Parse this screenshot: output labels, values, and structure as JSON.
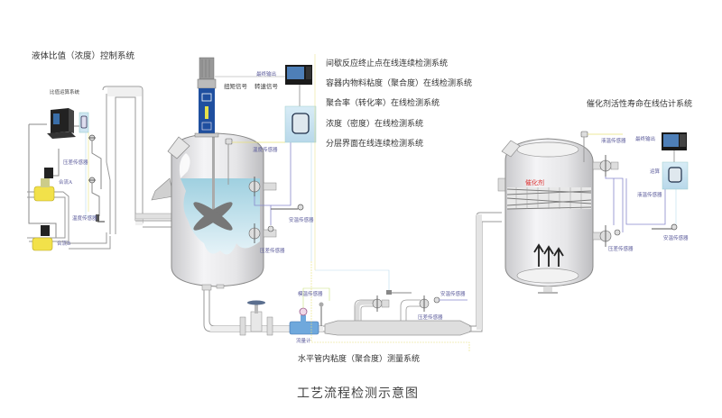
{
  "diagram": {
    "title": "工艺流程检测示意图",
    "sections": {
      "liquid_ratio": {
        "title": "液体比值（浓度）控制系统",
        "ratio_system": "比值运算系统",
        "pressure_sensor": "压差传感器",
        "temperature_sensor": "温度传感器",
        "valve_a": "合流A",
        "valve_b": "合流B"
      },
      "reactor": {
        "torque_signal": "扭矩信号",
        "speed_signal": "转速信号",
        "terminal_output": "最终输出",
        "temperature_sensor": "温度传感器",
        "safety_sensor": "安温传感器",
        "pressure_sensor": "压差传感器"
      },
      "systems_list": [
        "间歇反应终止点在线连续检测系统",
        "容器内物料粘度（聚合度）在线检测系统",
        "聚合率（转化率）在线检测系统",
        "浓度（密度）在线检测系统",
        "分层界面在线连续检测系统"
      ],
      "pipeline": {
        "title": "水平管内粘度（聚合度）测量系统",
        "flow_meter": "流量计",
        "temp_sensor": "模温传感器",
        "safety_sensor": "安温传感器",
        "pressure_sensor": "压差传感器"
      },
      "catalyst": {
        "title": "催化剂活性寿命在线估计系统",
        "catalyst_label": "催化剂",
        "temperature_sensor": "液温传感器",
        "terminal_output": "最终输出",
        "compute": "运算",
        "level_sensor": "液温传感器",
        "safety_sensor": "安温传感器",
        "pressure_sensor": "压差传感器"
      }
    },
    "colors": {
      "pipe": "#d6d6d6",
      "pipe_edge": "#9a9a9a",
      "vessel": "#e4e4e6",
      "liquid": "#a8d6e4",
      "signal_line": "#8888cc",
      "yellow_line": "#e8e07a",
      "monitor_panel": "#cfe6f2",
      "agitator_blue": "#1f4f9f",
      "catalyst_text": "#dd3333"
    }
  }
}
